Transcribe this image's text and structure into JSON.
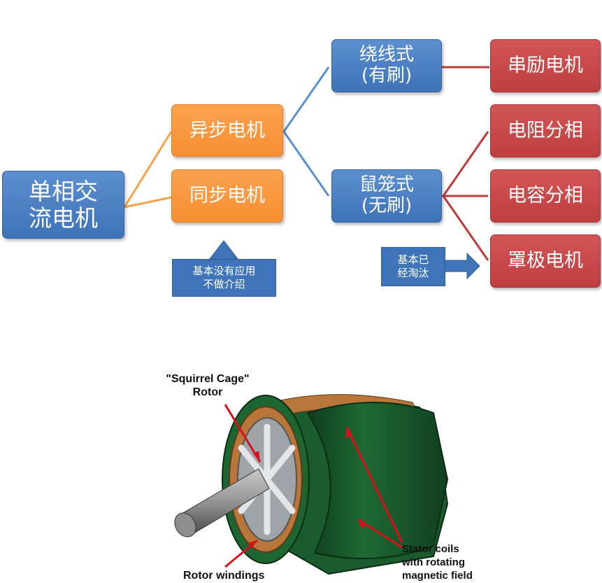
{
  "diagram": {
    "root": "单相交\n流电机",
    "async": "异步电机",
    "sync": "同步电机",
    "wound": "绕线式\n(有刷)",
    "squirrel": "鼠笼式\n(无刷)",
    "series": "串励电机",
    "resistor_split": "电阻分相",
    "capacitor_split": "电容分相",
    "shaded_pole": "罩极电机",
    "note_sync": "基本没有应用\n不做介绍",
    "note_obsolete": "基本已\n经淘汰"
  },
  "figure": {
    "label_rotor": "\"Squirrel Cage\"\nRotor",
    "label_windings": "Rotor windings",
    "label_stator": "Stator coils\nwith rotating\nmagnetic field"
  },
  "colors": {
    "blue": "#3f73b8",
    "orange": "#f78f33",
    "red": "#c0393b",
    "line_orange": "#f6a24a",
    "line_blue": "#5b8fd0",
    "line_red": "#c0393b"
  }
}
